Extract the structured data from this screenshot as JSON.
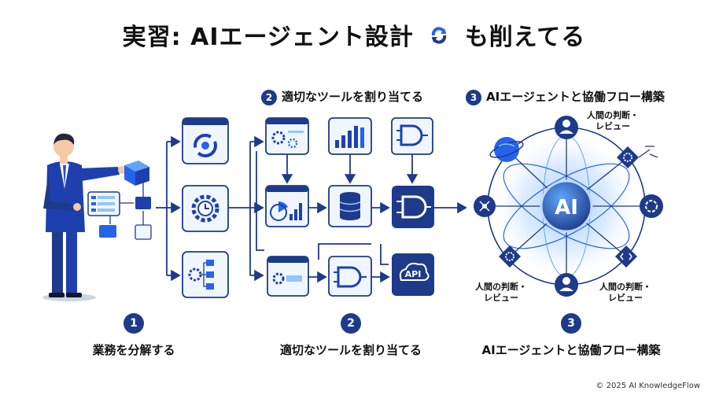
{
  "title": {
    "before": "実習:  AIエージェント設計",
    "after": "も削えてる"
  },
  "top_headers": [
    {
      "num": "2",
      "text": "適切なツールを割り当てる"
    },
    {
      "num": "3",
      "text": "AIエージェントと協働フロー構築"
    }
  ],
  "steps": [
    {
      "num": "1",
      "label": "業務を分解する"
    },
    {
      "num": "2",
      "label": "適切なツールを割り当てる"
    },
    {
      "num": "3",
      "label": "AIエージェントと協働フロー構築"
    }
  ],
  "notes": {
    "line1": "人間の判断・",
    "line2": "レビュー"
  },
  "hub_label": "AI",
  "api_label": "API",
  "copyright": "© 2025 AI KnowledgeFlow",
  "colors": {
    "navy": "#1e3a8a",
    "blue": "#2563eb",
    "light": "#dbeafe",
    "line": "#1e3a8a"
  }
}
